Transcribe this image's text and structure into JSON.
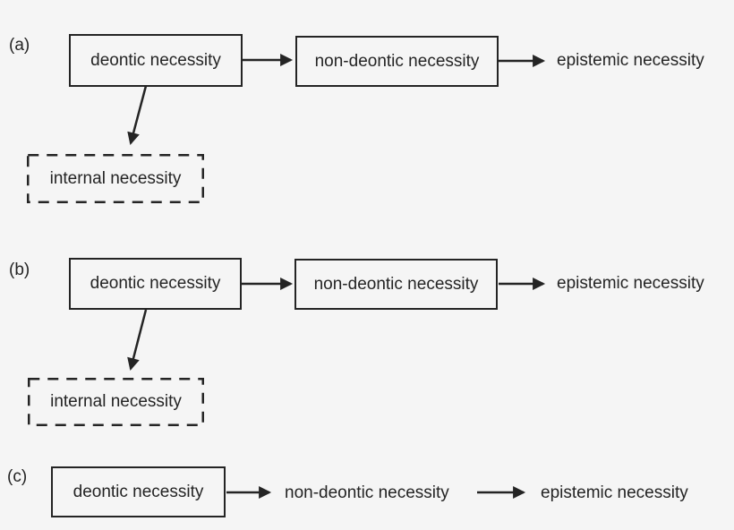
{
  "colors": {
    "background": "#f5f5f5",
    "ink": "#242424"
  },
  "panels": [
    {
      "label": "(a)",
      "deontic": "deontic necessity",
      "non_deontic": "non-deontic necessity",
      "epistemic": "epistemic necessity",
      "internal": "internal necessity"
    },
    {
      "label": "(b)",
      "deontic": "deontic necessity",
      "non_deontic": "non-deontic necessity",
      "epistemic": "epistemic necessity",
      "internal": "internal necessity"
    },
    {
      "label": "(c)",
      "deontic": "deontic necessity",
      "non_deontic": "non-deontic necessity",
      "epistemic": "epistemic necessity"
    }
  ]
}
